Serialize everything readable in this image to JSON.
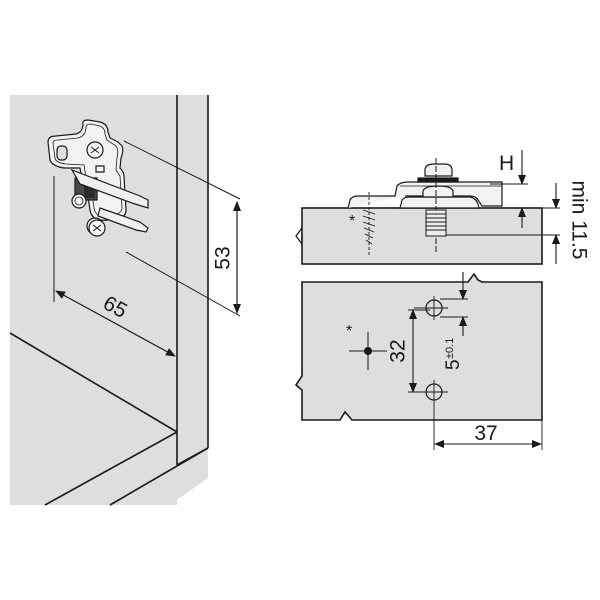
{
  "diagram": {
    "subject": "Hinge mounting plate installation drawing",
    "colors": {
      "panel_fill": "#dcdfde",
      "line": "#1a1a1a",
      "background": "#ffffff",
      "dark_insert": "#4a4a4a"
    },
    "perspective_view": {
      "dim_width": "65",
      "dim_height": "53"
    },
    "side_view": {
      "label_h": "H",
      "label_min": "min 11.5",
      "asterisk": "*"
    },
    "top_view": {
      "dim_hole_spacing": "32",
      "dim_offset": "5",
      "dim_offset_tol": "±0.1",
      "dim_edge": "37",
      "asterisk": "*"
    }
  }
}
